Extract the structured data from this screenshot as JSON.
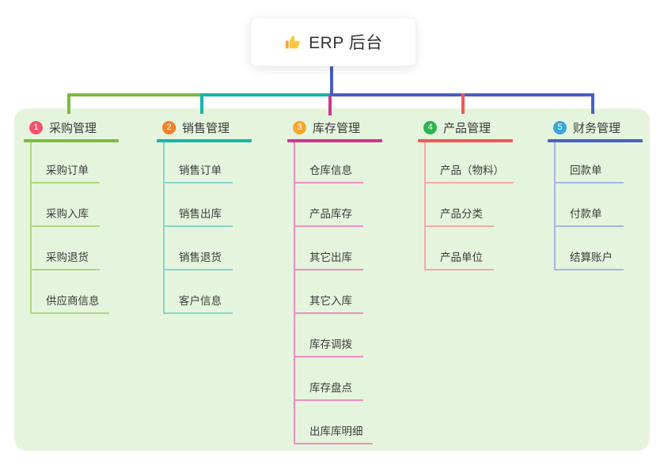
{
  "root": {
    "title": "ERP 后台",
    "icon": "thumbs-up-icon"
  },
  "colors": {
    "panel_bg": "#E5F4DD",
    "root_connector": "#4A5CC5"
  },
  "branches": [
    {
      "badge": "1",
      "label": "采购管理",
      "badge_color": "#F4506C",
      "line_color": "#7CBB40",
      "child_line_color": "#AFD783",
      "children": [
        "采购订单",
        "采购入库",
        "采购退货",
        "供应商信息"
      ]
    },
    {
      "badge": "2",
      "label": "销售管理",
      "badge_color": "#F5812B",
      "line_color": "#16B5A6",
      "child_line_color": "#85D6C9",
      "children": [
        "销售订单",
        "销售出库",
        "销售退货",
        "客户信息"
      ]
    },
    {
      "badge": "3",
      "label": "库存管理",
      "badge_color": "#F7A728",
      "line_color": "#D2358F",
      "child_line_color": "#EC8FC2",
      "children": [
        "仓库信息",
        "产品库存",
        "其它出库",
        "其它入库",
        "库存调拨",
        "库存盘点",
        "出库库明细"
      ]
    },
    {
      "badge": "4",
      "label": "产品管理",
      "badge_color": "#2FB350",
      "line_color": "#F15853",
      "child_line_color": "#F8A8A5",
      "children": [
        "产品（物料）",
        "产品分类",
        "产品单位"
      ]
    },
    {
      "badge": "5",
      "label": "财务管理",
      "badge_color": "#36A6DC",
      "line_color": "#4463C6",
      "child_line_color": "#A2B7E5",
      "children": [
        "回款单",
        "付款单",
        "结算账户"
      ]
    }
  ]
}
